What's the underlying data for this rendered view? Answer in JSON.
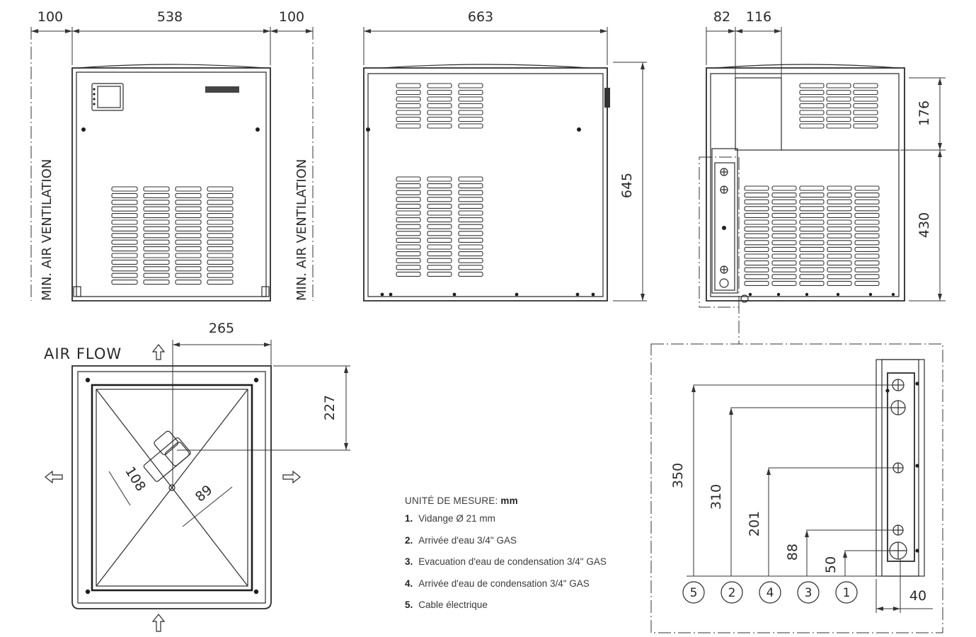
{
  "front_view": {
    "dim_left_clearance": "100",
    "dim_width": "538",
    "dim_right_clearance": "100",
    "ventilation_label_left": "MIN. AIR VENTILATION",
    "ventilation_label_right": "MIN. AIR VENTILATION"
  },
  "side_view": {
    "dim_depth": "663",
    "dim_height": "645"
  },
  "rear_view": {
    "dim_82": "82",
    "dim_116": "116",
    "dim_176": "176",
    "dim_430": "430"
  },
  "bottom_view": {
    "air_flow_label": "AIR FLOW",
    "dim_265": "265",
    "dim_227": "227",
    "dim_108": "108",
    "dim_89": "89"
  },
  "detail_view": {
    "dim_350": "350",
    "dim_310": "310",
    "dim_201": "201",
    "dim_88": "88",
    "dim_50": "50",
    "dim_40": "40",
    "connection_numbers": [
      "5",
      "2",
      "4",
      "3",
      "1"
    ]
  },
  "legend": {
    "unit_prefix": "UNITÉ DE MESURE:",
    "unit_value": "mm",
    "items": [
      {
        "num": "1.",
        "text": "Vidange Ø 21 mm"
      },
      {
        "num": "2.",
        "text": "Arrivée d'eau 3/4\" GAS"
      },
      {
        "num": "3.",
        "text": "Evacuation d'eau de condensation 3/4\" GAS"
      },
      {
        "num": "4.",
        "text": "Arrivée d'eau de condensation 3/4\" GAS"
      },
      {
        "num": "5.",
        "text": "Cable électrique"
      }
    ]
  }
}
